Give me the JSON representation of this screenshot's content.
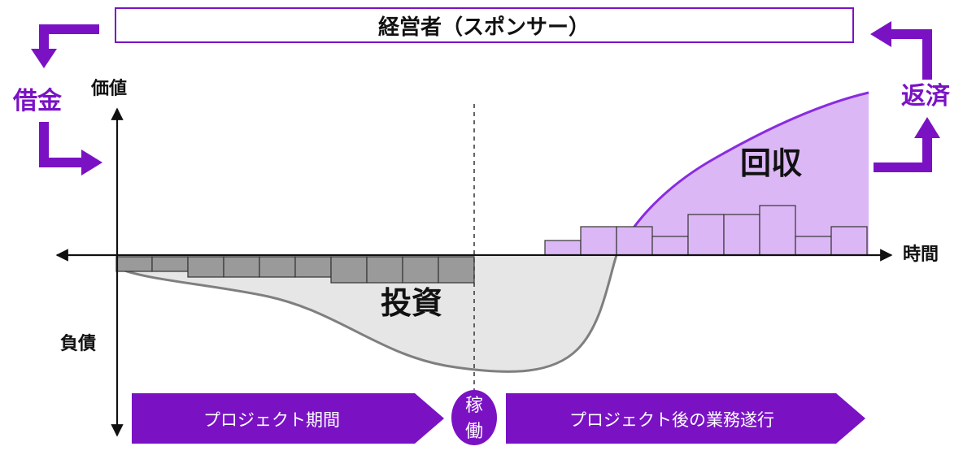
{
  "header": {
    "sponsor_label": "経営者（スポンサー）"
  },
  "left_flow": {
    "label": "借金"
  },
  "right_flow": {
    "label": "返済"
  },
  "axes": {
    "y_top_label": "価値",
    "y_bottom_label": "負債",
    "x_label": "時間"
  },
  "regions": {
    "investment_label": "投資",
    "recovery_label": "回収"
  },
  "bottom_bar": {
    "project_period": "プロジェクト期間",
    "operation_char_1": "稼",
    "operation_char_2": "働",
    "after_project": "プロジェクト後の業務遂行"
  },
  "colors": {
    "purple": "#7a12c4",
    "purple_light": "#ddbbf3",
    "purple_fill": "#dcb7f5",
    "gray_bar": "#9a9a9a",
    "gray_fill": "#e6e6e6",
    "gray_line": "#7f7f7f"
  }
}
